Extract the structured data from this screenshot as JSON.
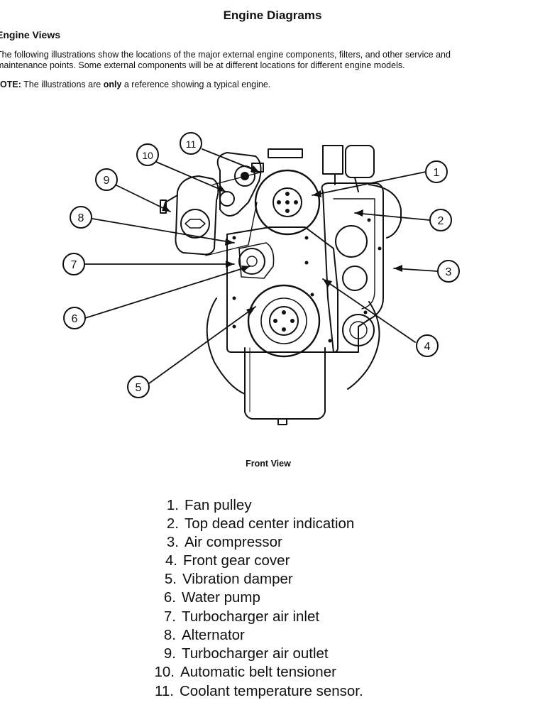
{
  "document": {
    "title": "Engine Diagrams",
    "section": "Engine Views",
    "intro_line1": "The following illustrations show the locations of the major external engine components, filters, and other service and",
    "intro_line2": "maintenance points. Some external components will be at different locations for different engine models.",
    "note_label": "NOTE:",
    "note_pre": " The illustrations are ",
    "note_bold": "only",
    "note_post": " a reference showing a typical engine."
  },
  "figure": {
    "caption": "Front View",
    "callouts": [
      "1",
      "2",
      "3",
      "4",
      "5",
      "6",
      "7",
      "8",
      "9",
      "10",
      "11"
    ]
  },
  "legend": [
    {
      "num": "1.",
      "label": "Fan pulley"
    },
    {
      "num": "2.",
      "label": "Top dead center indication"
    },
    {
      "num": "3.",
      "label": "Air compressor"
    },
    {
      "num": "4.",
      "label": "Front gear cover"
    },
    {
      "num": "5.",
      "label": "Vibration damper"
    },
    {
      "num": "6.",
      "label": "Water pump"
    },
    {
      "num": "7.",
      "label": "Turbocharger air inlet"
    },
    {
      "num": "8.",
      "label": "Alternator"
    },
    {
      "num": "9.",
      "label": "Turbocharger air outlet"
    },
    {
      "num": "10.",
      "label": "Automatic belt tensioner"
    },
    {
      "num": "11.",
      "label": "Coolant temperature sensor."
    }
  ]
}
